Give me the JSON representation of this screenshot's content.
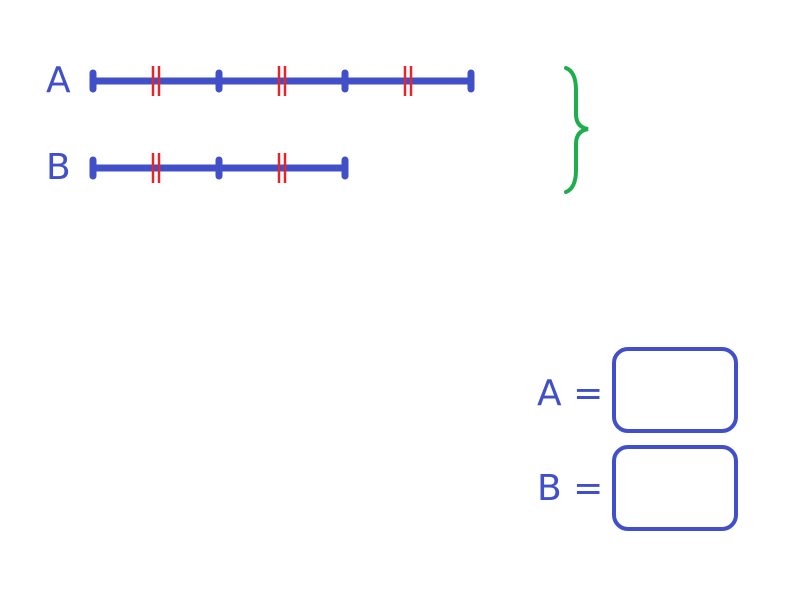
{
  "colors": {
    "primary": "#4150c8",
    "tick_mark": "#e2262b",
    "brace": "#1fae4e"
  },
  "diagram": {
    "segments": [
      {
        "label": "A",
        "units": 3
      },
      {
        "label": "B",
        "units": 2
      }
    ],
    "brace_icon": "right-curly-brace-icon"
  },
  "answers": [
    {
      "label": "A",
      "equals": "=",
      "value": ""
    },
    {
      "label": "B",
      "equals": "=",
      "value": ""
    }
  ]
}
